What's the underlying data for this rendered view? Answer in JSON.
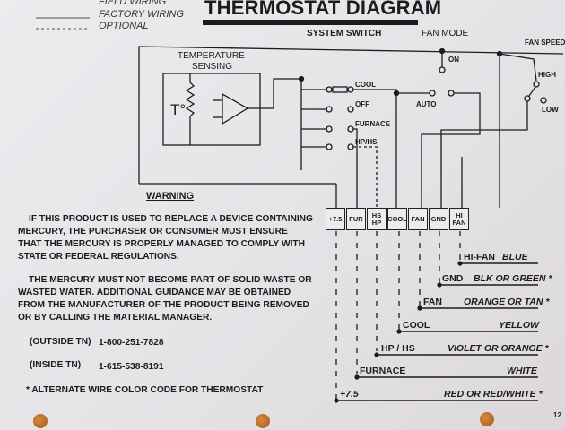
{
  "legend": {
    "field_wiring": "FIELD WIRING",
    "factory_wiring": "FACTORY WIRING",
    "optional": "OPTIONAL"
  },
  "title": "THERMOSTAT DIAGRAM",
  "diagram": {
    "temperature_sensing": [
      "TEMPERATURE",
      "SENSING"
    ],
    "temp_symbol": "T°",
    "system_switch": {
      "label": "SYSTEM SWITCH",
      "positions": [
        "COOL",
        "OFF",
        "FURNACE",
        "HP/HS"
      ]
    },
    "fan_mode": {
      "label": "FAN MODE",
      "positions": [
        "ON",
        "AUTO"
      ]
    },
    "fan_speed": {
      "label": "FAN SPEED",
      "positions": [
        "HIGH",
        "LOW"
      ]
    },
    "terminals": [
      "+7.5",
      "FUR",
      "HS HP",
      "COOL",
      "FAN",
      "GND",
      "HI FAN"
    ]
  },
  "warning": {
    "heading": "WARNING",
    "paragraph1": [
      "IF THIS PRODUCT IS USED TO REPLACE A DEVICE CONTAINING",
      "MERCURY, THE PURCHASER OR CONSUMER MUST ENSURE",
      "THAT THE MERCURY IS PROPERLY MANAGED TO COMPLY WITH",
      "STATE OR FEDERAL REGULATIONS."
    ],
    "paragraph2": [
      "THE MERCURY MUST NOT BECOME PART OF SOLID WASTE OR",
      "WASTED WATER.  ADDITIONAL GUIDANCE MAY BE OBTAINED",
      "FROM THE MANUFACTURER OF THE PRODUCT BEING REMOVED",
      "OR BY CALLING THE MATERIAL MANAGER."
    ],
    "outside_label": "(OUTSIDE TN)",
    "outside_phone": "1-800-251-7828",
    "inside_label": "(INSIDE TN)",
    "inside_phone": "1-615-538-8191",
    "footnote": "* ALTERNATE WIRE COLOR CODE FOR THERMOSTAT"
  },
  "wires": [
    {
      "terminal": "HI-FAN",
      "color": "BLUE"
    },
    {
      "terminal": "GND",
      "color": "BLK OR GREEN *"
    },
    {
      "terminal": "FAN",
      "color": "ORANGE OR TAN *"
    },
    {
      "terminal": "COOL",
      "color": "YELLOW"
    },
    {
      "terminal": "HP / HS",
      "color": "VIOLET OR ORANGE *"
    },
    {
      "terminal": "FURNACE",
      "color": "WHITE"
    },
    {
      "terminal": "+7.5",
      "color": "RED OR RED/WHITE *"
    }
  ],
  "page_number": "12"
}
